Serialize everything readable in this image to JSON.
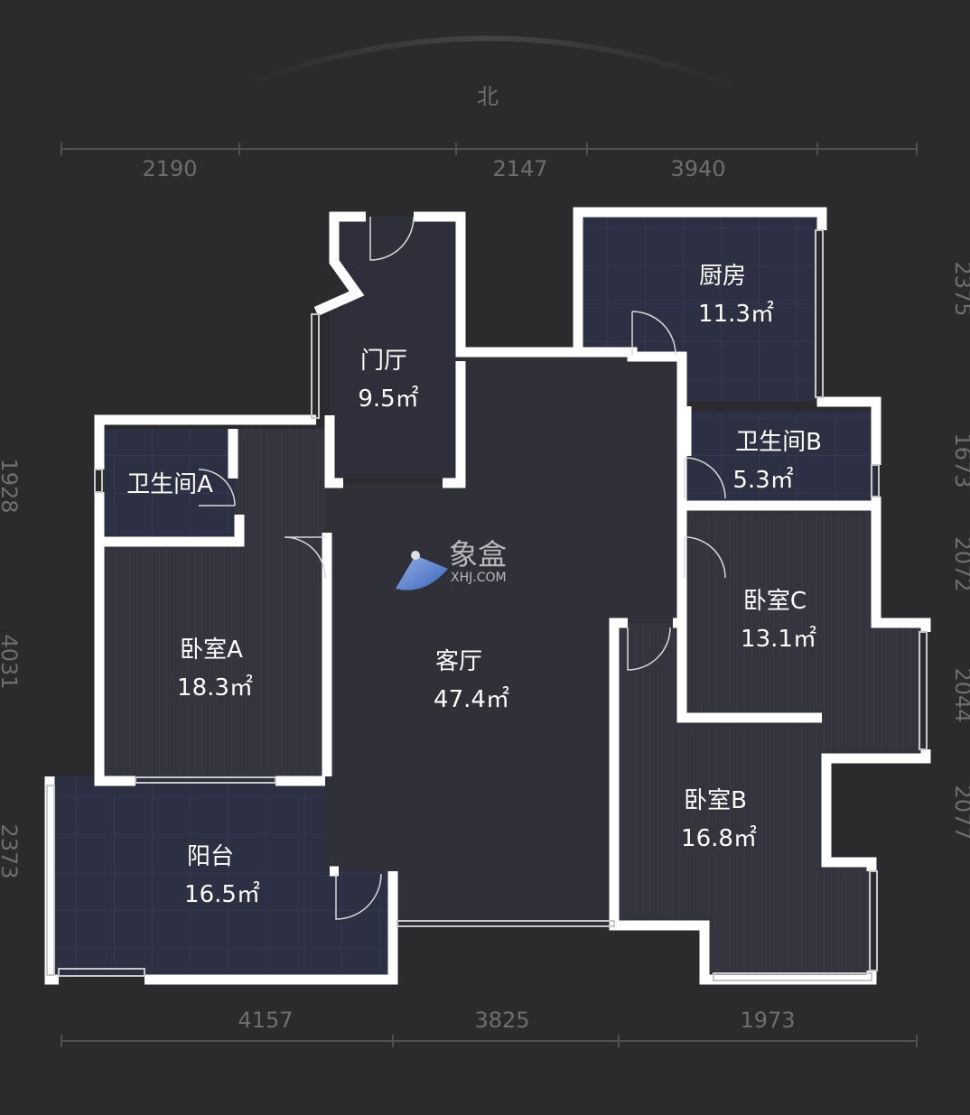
{
  "compass": {
    "direction": "北"
  },
  "dimensions": {
    "top": [
      "2190",
      "2147",
      "3940"
    ],
    "bottom": [
      "4157",
      "3825",
      "1973"
    ],
    "left": [
      "1928",
      "4031",
      "2373"
    ],
    "right": [
      "2375",
      "1673",
      "2072",
      "2044",
      "2077"
    ]
  },
  "rooms": [
    {
      "name": "门厅",
      "area": "9.5㎡"
    },
    {
      "name": "厨房",
      "area": "11.3㎡"
    },
    {
      "name": "卫生间B",
      "area": "5.3㎡"
    },
    {
      "name": "卫生间A",
      "area": ""
    },
    {
      "name": "卧室C",
      "area": "13.1㎡"
    },
    {
      "name": "卧室A",
      "area": "18.3㎡"
    },
    {
      "name": "客厅",
      "area": "47.4㎡"
    },
    {
      "name": "卧室B",
      "area": "16.8㎡"
    },
    {
      "name": "阳台",
      "area": "16.5㎡"
    }
  ],
  "logo": {
    "brand": "象盒",
    "site": "XHJ.COM"
  },
  "colors": {
    "background": "#2b2b2d",
    "wall": "#ffffff",
    "room": "#2e3142",
    "living": "#303039"
  }
}
